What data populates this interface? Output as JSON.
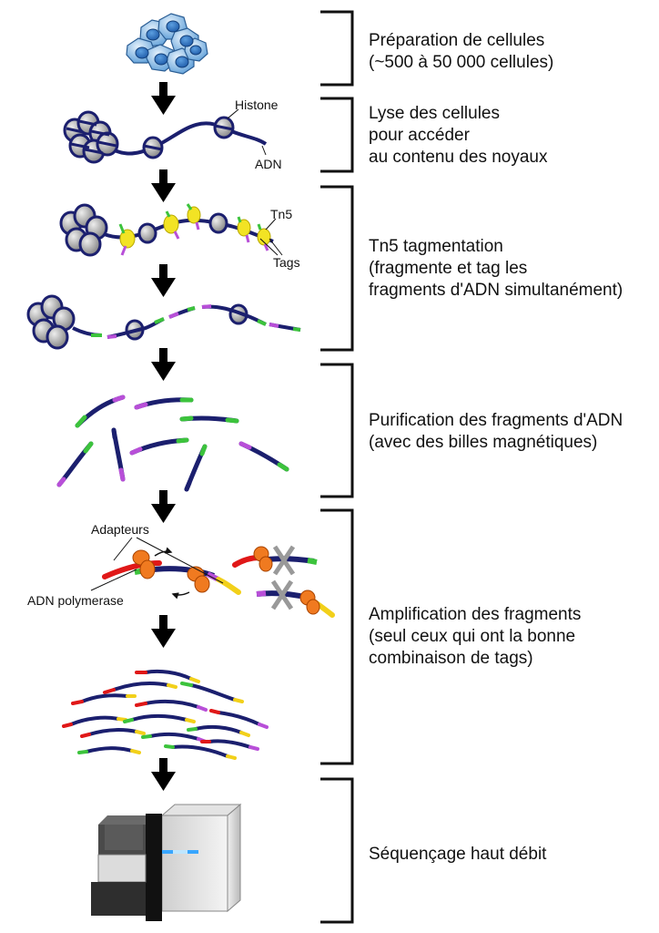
{
  "steps": [
    {
      "lines": [
        "Préparation de cellules",
        "(~500 à 50 000 cellules)"
      ]
    },
    {
      "lines": [
        "Lyse des cellules",
        "pour accéder",
        "au contenu des noyaux"
      ]
    },
    {
      "lines": [
        "Tn5 tagmentation",
        "(fragmente et tag les",
        "fragments d'ADN simultanément)"
      ]
    },
    {
      "lines": [
        "Purification des fragments d'ADN",
        "(avec des billes magnétiques)"
      ]
    },
    {
      "lines": [
        "Amplification des fragments",
        "(seul ceux qui ont la bonne",
        "combinaison de tags)"
      ]
    },
    {
      "lines": [
        "Séquençage haut débit"
      ]
    }
  ],
  "annotations": {
    "histone": "Histone",
    "adn": "ADN",
    "tn5": "Tn5",
    "tags": "Tags",
    "adapteurs": "Adapteurs",
    "polymerase": "ADN polymerase"
  },
  "colors": {
    "dna": "#1b1f6e",
    "tag_green": "#3cc33c",
    "tag_magenta": "#b84fd8",
    "tn5_yellow": "#f2e324",
    "adapter_red": "#e01818",
    "adapter_yellow": "#f2d01a",
    "polymerase_orange": "#f07a20",
    "cell_blue": "#6aa6dc",
    "cross_gray": "#999999"
  }
}
